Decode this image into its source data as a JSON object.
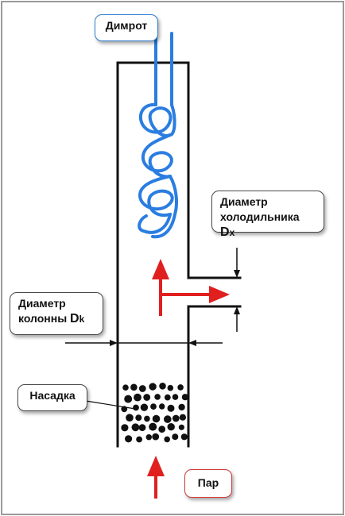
{
  "labels": {
    "dimrot": "Димрот",
    "cooler_line1": "Диаметр",
    "cooler_line2": "холодильника",
    "cooler_symbol": "D",
    "cooler_subscript": "x",
    "column_line1": "Диаметр",
    "column_line2": "колонны",
    "column_symbol": "D",
    "column_subscript": "k",
    "packing": "Насадка",
    "steam": "Пар"
  },
  "colors": {
    "outline": "#111111",
    "coil": "#2a7de1",
    "flow_arrow": "#e0201f",
    "dimrot_border": "#2f7fd0",
    "steam_border": "#d23a3a",
    "label_border": "#4a4a4a"
  },
  "icons": {
    "coil": "dimroth-coil-icon",
    "packing": "packing-beads-icon",
    "flow": "red-flow-arrow-icon"
  }
}
